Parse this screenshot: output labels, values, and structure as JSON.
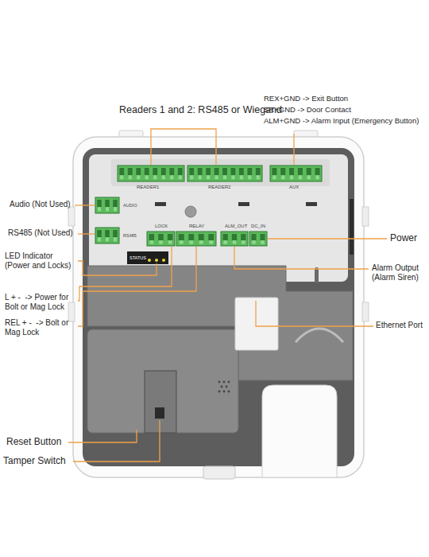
{
  "diagram": {
    "labels": [
      "Readers 1 and 2: RS485 or Wiegand",
      "REX+GND -> Exit Button",
      "SR+GND -> Door Contact",
      "ALM+GND -> Alarm Input (Emergency Button)",
      "READER1",
      "READER2",
      "AUX",
      "Audio (Not Used)",
      "AUDIO",
      "RS485 (Not Used)",
      "RS485",
      "LOCK",
      "RELAY",
      "ALM_OUT",
      "DC_IN",
      "STATUS",
      "Power",
      "LED Indicator (Power and Locks)",
      "Alarm Output (Alarm Siren)",
      "L + -  -> Power for Bolt or Mag Lock",
      "REL + -  -> Bolt or Mag Lock",
      "Ethernet Port",
      "Reset Button",
      "Tamper Switch"
    ]
  }
}
